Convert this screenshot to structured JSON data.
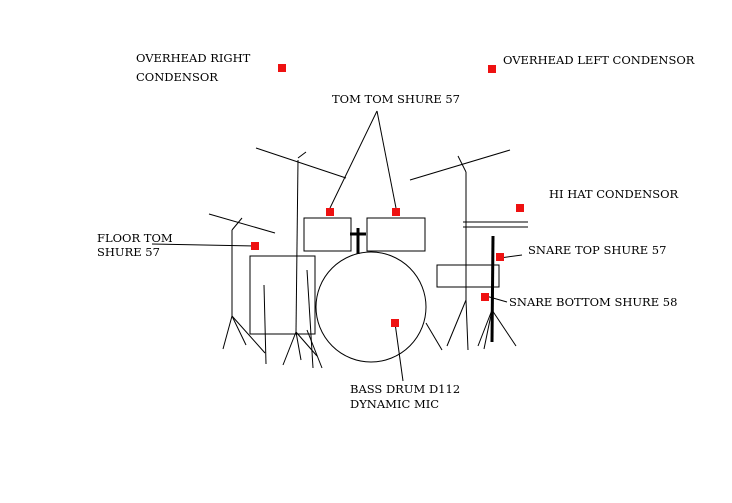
{
  "colors": {
    "mic_marker": "#ee1111",
    "ink": "#000000",
    "background": "#ffffff"
  },
  "labels": {
    "overhead_right_1": "OVERHEAD RIGHT",
    "overhead_right_2": "CONDENSOR",
    "overhead_left": "OVERHEAD LEFT  CONDENSOR",
    "tom_tom": "TOM TOM SHURE 57",
    "hi_hat": "HI HAT CONDENSOR",
    "floor_tom_1": "FLOOR TOM",
    "floor_tom_2": "SHURE 57",
    "snare_top": "SNARE TOP SHURE 57",
    "snare_bottom": "SNARE BOTTOM SHURE 58",
    "bass_drum_1": "BASS DRUM D112",
    "bass_drum_2": "DYNAMIC MIC"
  }
}
